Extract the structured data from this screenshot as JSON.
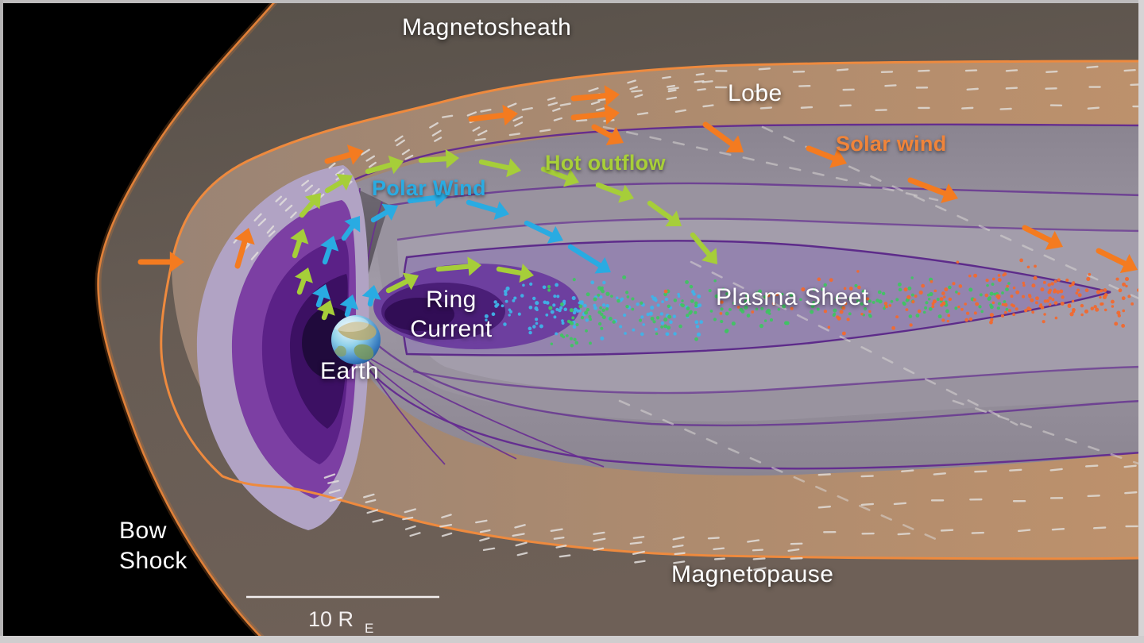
{
  "figure": {
    "description": "Cutaway diagram of Earth's magnetosphere",
    "labels": {
      "magnetosheath": "Magnetosheath",
      "lobe": "Lobe",
      "solar_wind": "Solar wind",
      "hot_outflow": "Hot outflow",
      "polar_wind": "Polar Wind",
      "ring_current_line1": "Ring",
      "ring_current_line2": "Current",
      "earth": "Earth",
      "plasma_sheet": "Plasma Sheet",
      "bow_shock_line1": "Bow",
      "bow_shock_line2": "Shock",
      "magnetopause": "Magnetopause",
      "scale_value": "10 R",
      "scale_subscript": "E"
    },
    "colors": {
      "solar_wind_arrow": "#f47b20",
      "hot_outflow_arrow": "#a6ce39",
      "polar_wind_arrow": "#29abe2",
      "solar_wind_label": "#f0843a",
      "hot_outflow_label": "#a8cf38",
      "polar_wind_label": "#2aabe2",
      "boundary_orange": "#ee8a3e",
      "field_line_purple": "#632a90",
      "hatch_white": "#e3e0dd",
      "streamline_white": "#d9d6d3",
      "particle_cold_blue": "#3fb3e8",
      "particle_hot_green": "#3fc463",
      "particle_solar_orange": "#f2692e"
    }
  }
}
